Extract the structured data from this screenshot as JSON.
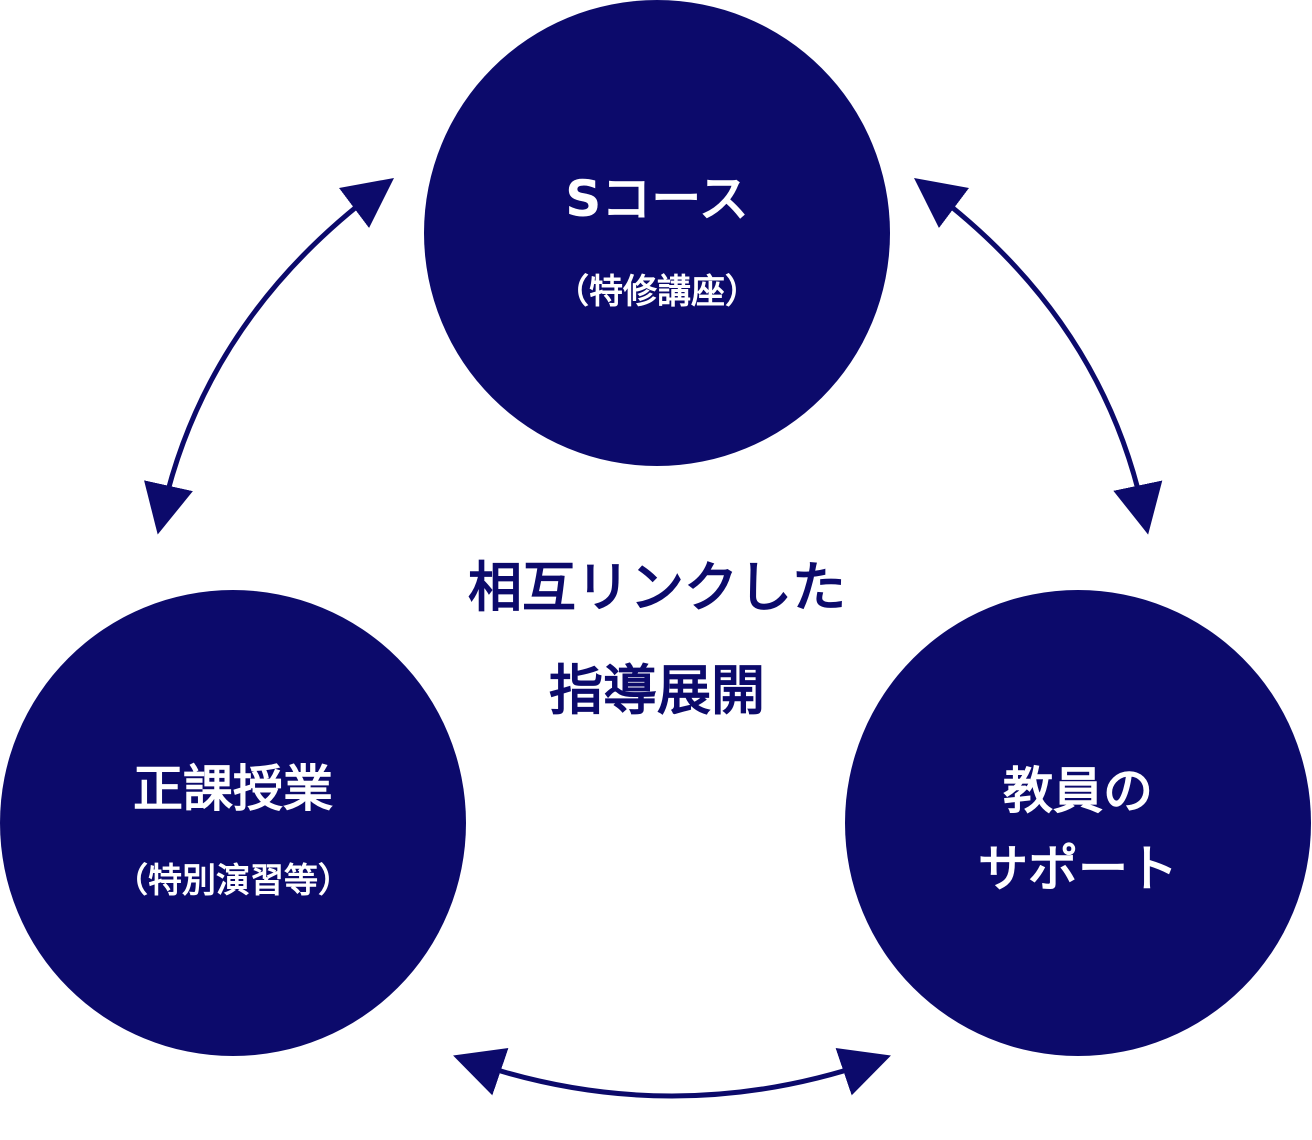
{
  "colors": {
    "navy": "#0c0a6b",
    "background": "#ffffff"
  },
  "nodes": {
    "s_course": {
      "title": "Sコース",
      "subtitle": "（特修講座）"
    },
    "regular_classes": {
      "title": "正課授業",
      "subtitle": "（特別演習等）"
    },
    "teacher_support": {
      "title_line1": "教員の",
      "title_line2": "サポート"
    }
  },
  "center": {
    "line1": "相互リンクした",
    "line2": "指導展開"
  }
}
